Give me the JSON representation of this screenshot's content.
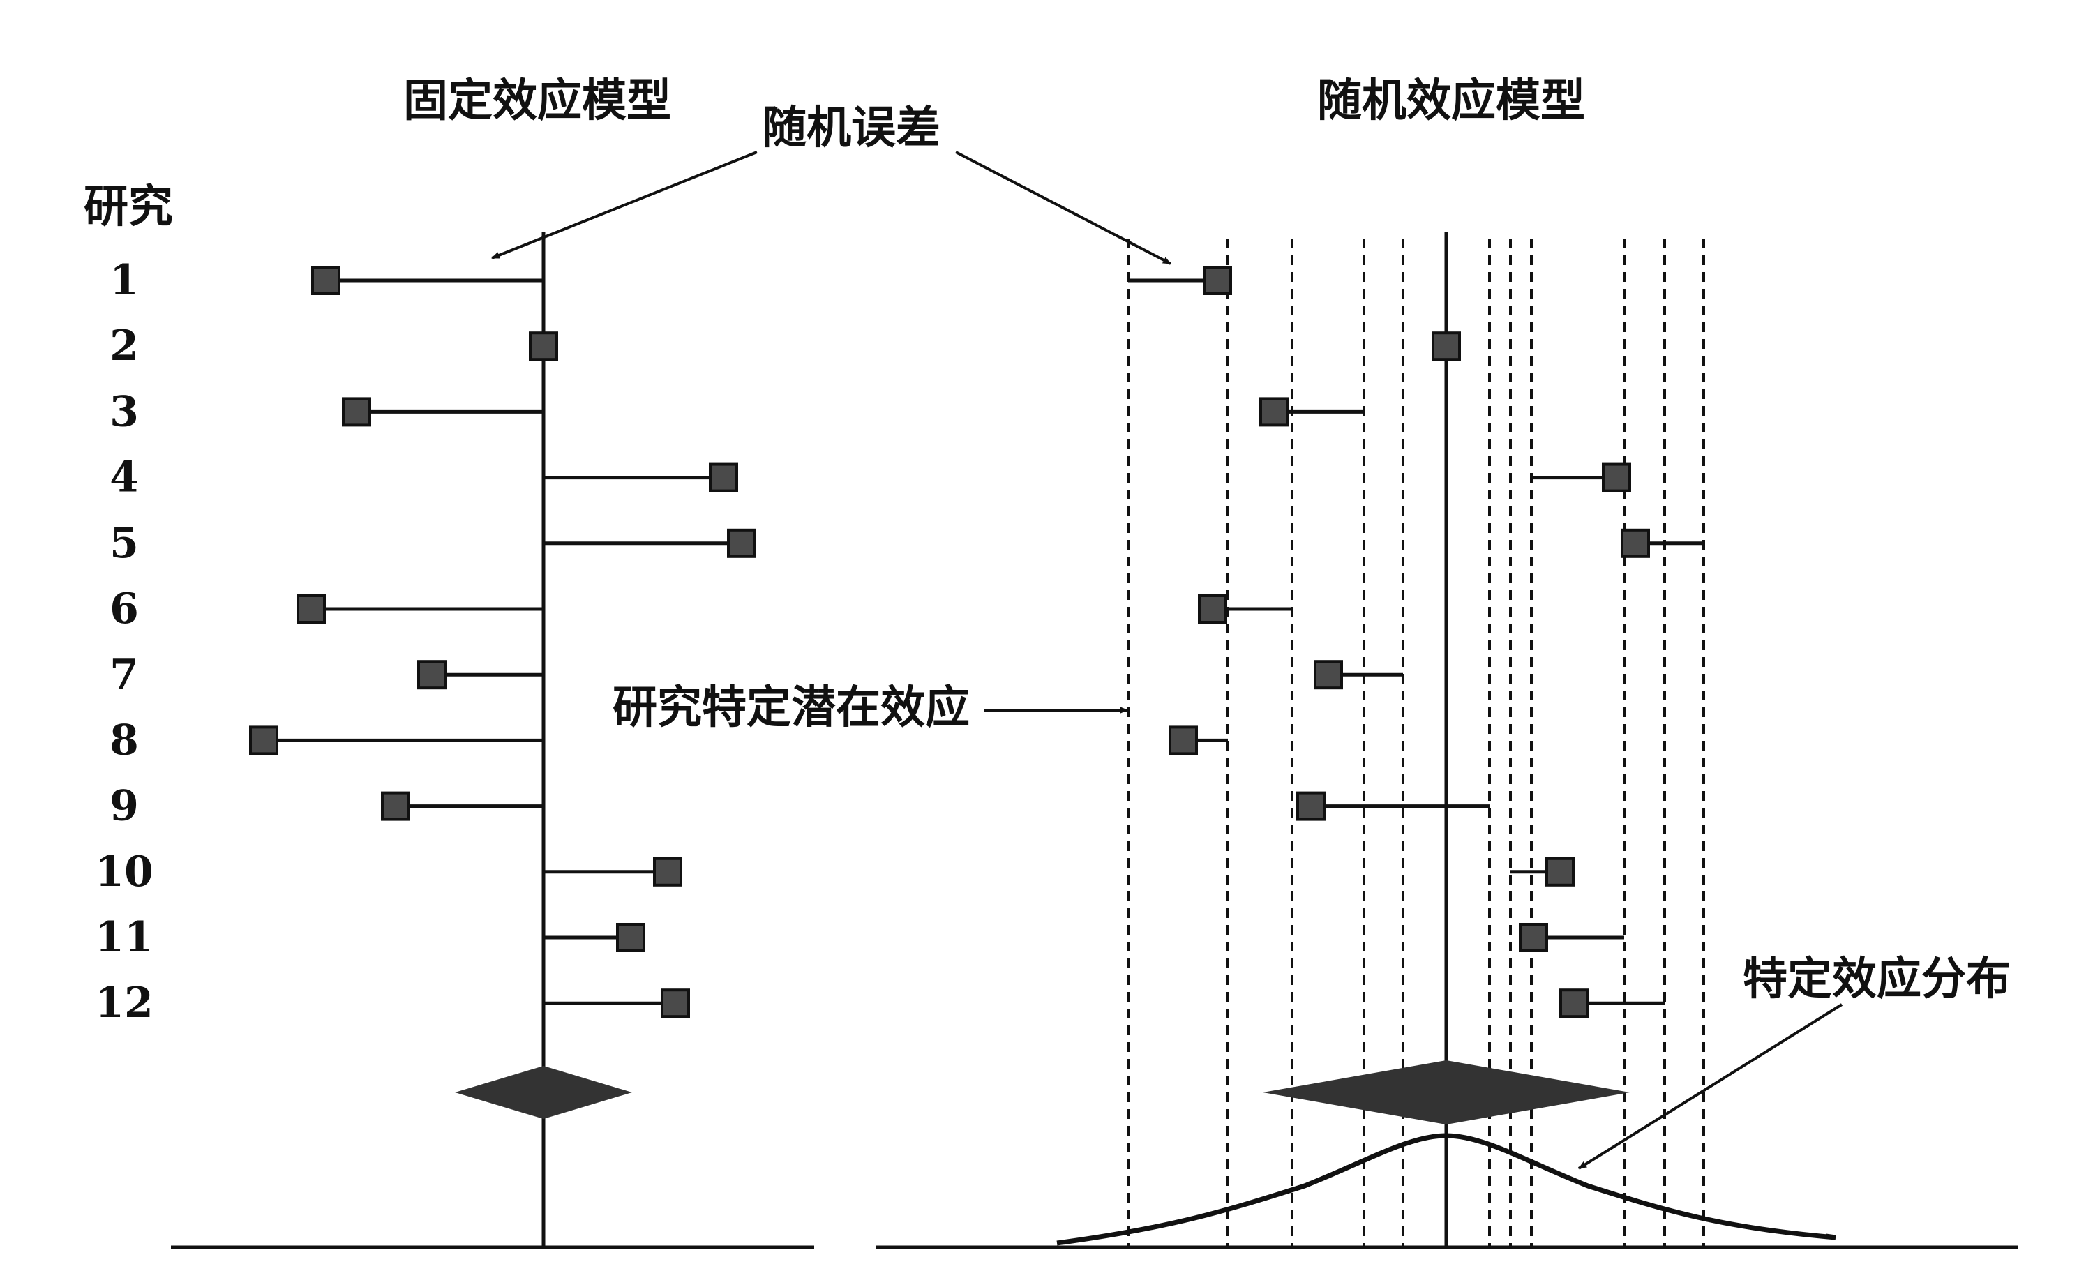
{
  "left_panel": {
    "title": "固定效应模型",
    "study_header": "研究",
    "study_ids": [
      "1",
      "2",
      "3",
      "4",
      "5",
      "6",
      "7",
      "8",
      "9",
      "10",
      "11",
      "12"
    ]
  },
  "right_panel": {
    "title": "随机效应模型"
  },
  "annotations": {
    "random_error": "随机误差",
    "study_specific_effect": "研究特定潜在效应",
    "effect_distribution": "特定效应分布"
  },
  "colors": {
    "marker_fill": "#4a4a4a",
    "summary_diamond": "#333333",
    "line": "#111111"
  }
}
